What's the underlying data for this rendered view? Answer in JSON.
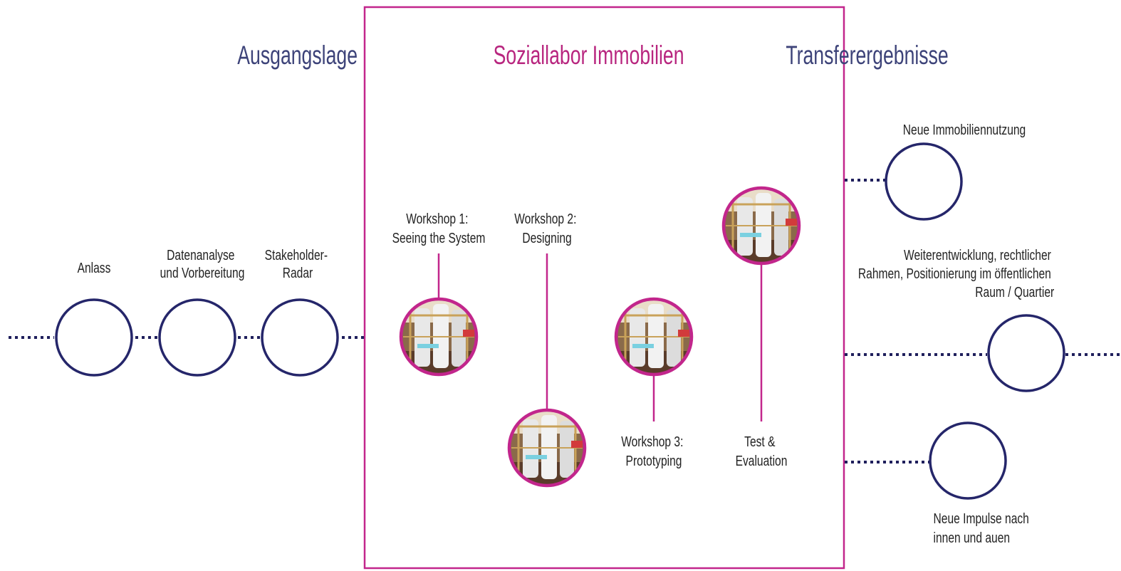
{
  "sections": {
    "left_title": "Ausgangslage",
    "center_title": "Soziallabor Immobilien",
    "right_title": "Transferergebnisse"
  },
  "stages": [
    {
      "lines": [
        "Anlass"
      ]
    },
    {
      "lines": [
        "Datenanalyse",
        "und Vorbereitung"
      ]
    },
    {
      "lines": [
        "Stakeholder-",
        "Radar"
      ]
    }
  ],
  "workshops": [
    {
      "lines": [
        "Workshop 1:",
        "Seeing the System"
      ]
    },
    {
      "lines": [
        "Workshop 2:",
        "Designing"
      ]
    },
    {
      "lines": [
        "Workshop 3:",
        "Prototyping"
      ]
    },
    {
      "lines": [
        "Test &",
        "Evaluation"
      ]
    }
  ],
  "results": [
    {
      "lines": [
        "Neue Immobiliennutzung"
      ]
    },
    {
      "lines": [
        "Weiterentwicklung, rechtlicher",
        "Rahmen, Positionierung im öffentlichen",
        "Raum / Quartier"
      ]
    },
    {
      "lines": [
        "Neue Impulse nach",
        "innen und auen"
      ]
    }
  ],
  "colors": {
    "navy": "#25266a",
    "magenta": "#c2268c",
    "heading_navy": "#3d4379",
    "heading_magenta": "#b8267f"
  },
  "icons": {
    "workshop_photo": "laboratory-photo-icon",
    "stage_node": "circle-node-icon"
  }
}
